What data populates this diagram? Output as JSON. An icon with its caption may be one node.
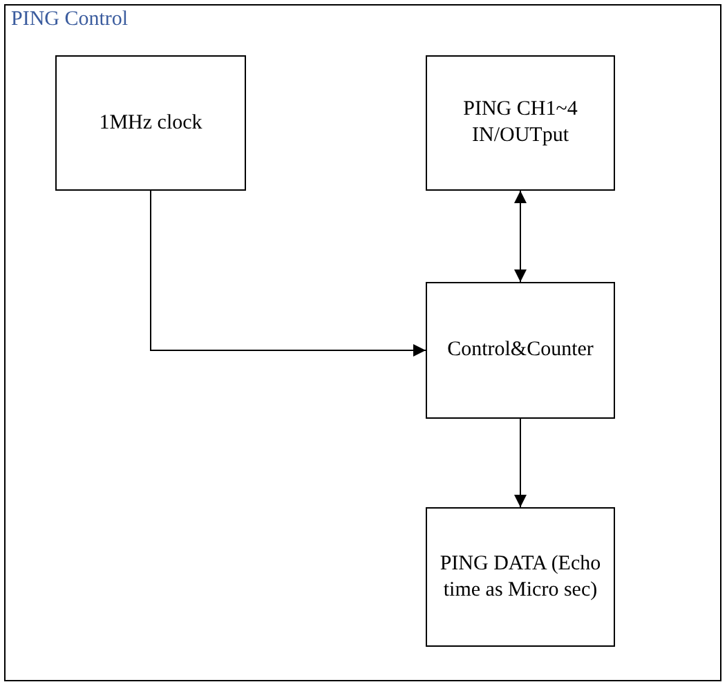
{
  "diagram": {
    "nodes": [
      {
        "text": [
          "PING Control"
        ]
      },
      {
        "text": [
          "1MHz clock"
        ],
        "in": 0
      },
      {
        "text": [
          "PING CH1~4 IN/OUTput"
        ],
        "in": 0
      },
      {
        "text": [
          "Control&Counter"
        ],
        "in": 0
      },
      {
        "text": [
          "PING DATA (Echo time as Micro sec)"
        ],
        "in": 0
      }
    ],
    "edges": [
      {
        "from": 1,
        "to": 3,
        "arrow": "to"
      },
      {
        "from": 2,
        "to": 3,
        "arrow": "both"
      },
      {
        "from": 3,
        "to": 4,
        "arrow": "to"
      }
    ]
  }
}
